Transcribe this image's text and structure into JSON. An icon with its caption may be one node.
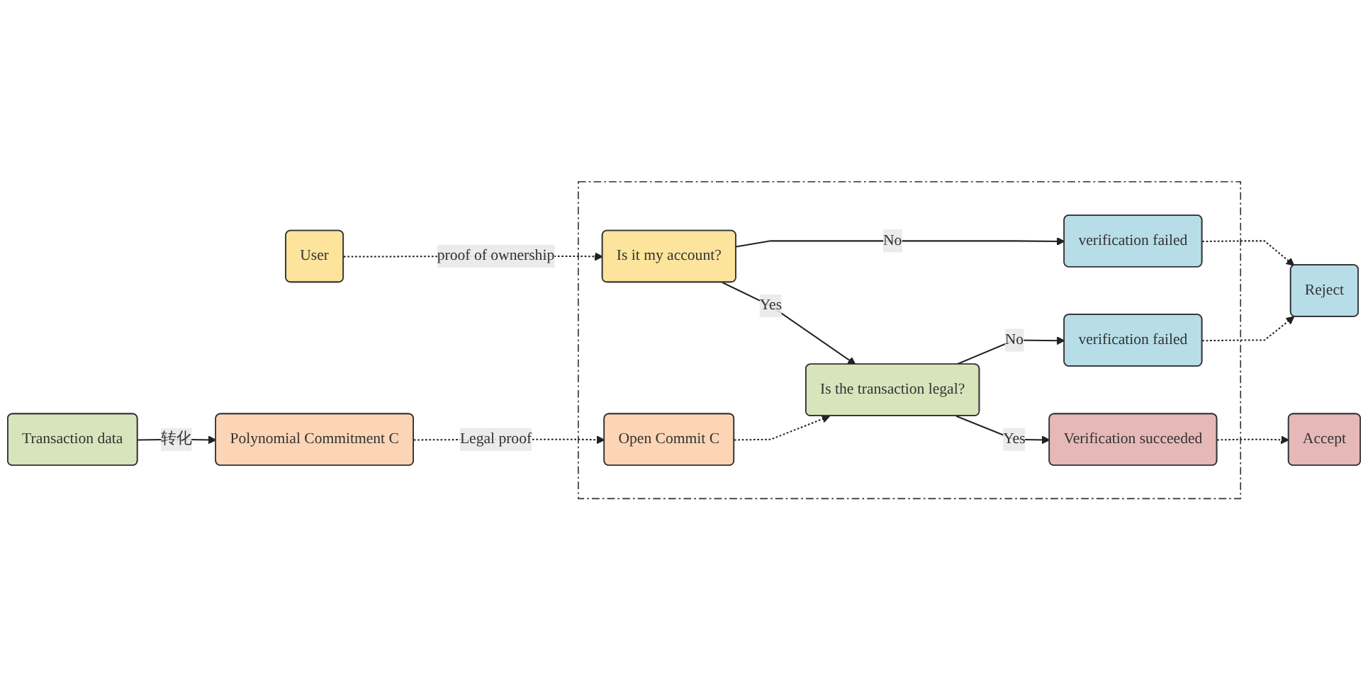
{
  "diagram": {
    "nodes": [
      {
        "text": [
          "User"
        ]
      },
      {
        "text": [
          "Polynomial Commitment C"
        ]
      },
      {
        "text": [
          "Transaction data"
        ]
      },
      {
        "text": [],
        "shape": "box"
      },
      {
        "text": [
          "Is it my account?"
        ],
        "in": 3
      },
      {
        "text": [
          "verification failed"
        ],
        "in": 3
      },
      {
        "text": [
          "Open Commit C"
        ],
        "in": 3
      },
      {
        "text": [
          "Is the transaction legal?"
        ],
        "in": 3
      },
      {
        "text": [
          "verification failed"
        ],
        "in": 3
      },
      {
        "text": [
          "Verification succeeded"
        ],
        "in": 3
      },
      {
        "text": [
          "Reject"
        ]
      },
      {
        "text": [
          "Accept"
        ]
      }
    ],
    "edges": [
      {
        "from": 0,
        "to": 4,
        "arrow": "to",
        "label": "proof of ownership",
        "style": "dashed"
      },
      {
        "from": 2,
        "to": 1,
        "arrow": "to",
        "label": "转化"
      },
      {
        "from": 1,
        "to": 6,
        "arrow": "to",
        "label": "Legal proof",
        "style": "dashed"
      },
      {
        "from": 4,
        "to": 5,
        "arrow": "to",
        "label": "No"
      },
      {
        "from": 4,
        "to": 7,
        "arrow": "to",
        "label": "Yes"
      },
      {
        "from": 6,
        "to": 7,
        "arrow": "to",
        "style": "dashed"
      },
      {
        "from": 7,
        "to": 8,
        "arrow": "to",
        "label": "No"
      },
      {
        "from": 7,
        "to": 9,
        "arrow": "to",
        "label": "Yes"
      },
      {
        "from": 5,
        "to": 10,
        "arrow": "to",
        "style": "dashed"
      },
      {
        "from": 8,
        "to": 10,
        "arrow": "to",
        "style": "dashed"
      },
      {
        "from": 9,
        "to": 11,
        "arrow": "to",
        "style": "dashed"
      }
    ]
  }
}
